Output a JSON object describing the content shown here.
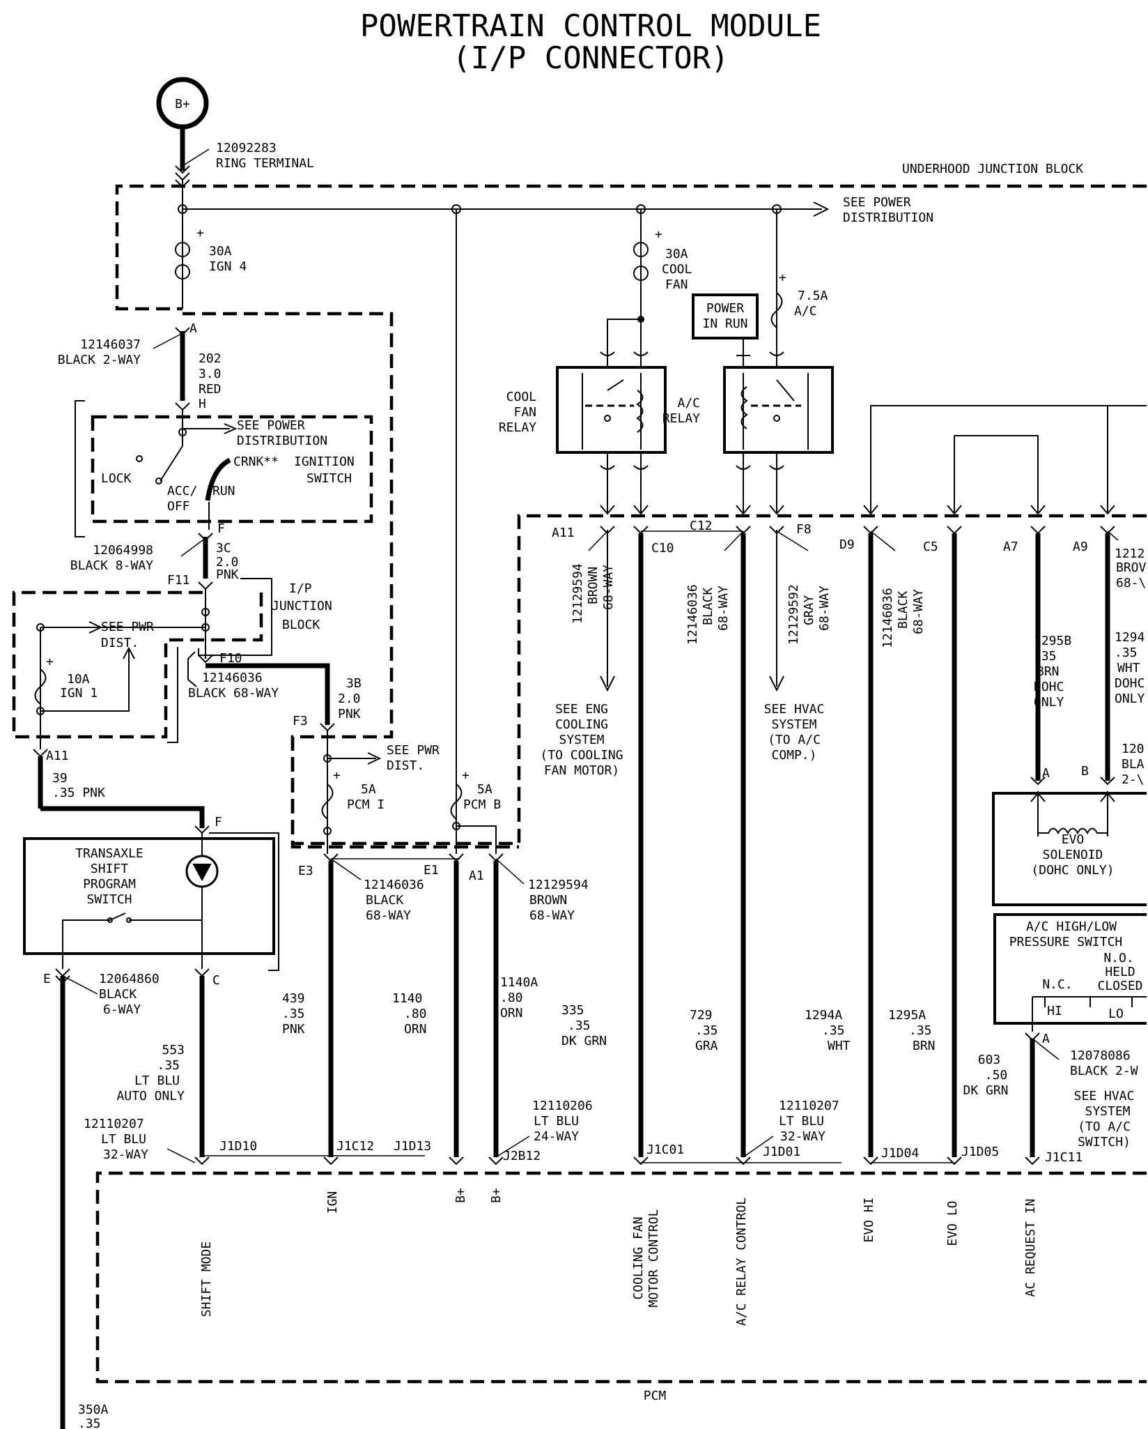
{
  "title_line1": "POWERTRAIN CONTROL MODULE",
  "title_line2": "(I/P CONNECTOR)",
  "bplus": "B+",
  "ring_num": "12092283",
  "ring_label": "RING TERMINAL",
  "underhood": "UNDERHOOD JUNCTION BLOCK",
  "see_power_1": "SEE POWER",
  "distribution": "DISTRIBUTION",
  "fuse_ign4": [
    "30A",
    "IGN 4"
  ],
  "fuse_cool": [
    "30A",
    "COOL",
    "FAN"
  ],
  "fuse_ac": [
    "7.5A",
    "A/C"
  ],
  "power_in_run": [
    "POWER",
    "IN RUN"
  ],
  "cool_fan_relay": [
    "COOL",
    "FAN",
    "RELAY"
  ],
  "ac_relay": [
    "A/C",
    "RELAY"
  ],
  "conn_12146037": [
    "12146037",
    "BLACK 2-WAY"
  ],
  "wire_202": [
    "202",
    "3.0",
    "RED"
  ],
  "ign_switch": [
    "IGNITION",
    "SWITCH"
  ],
  "switch_pos": {
    "lock": "LOCK",
    "acc": "ACC/",
    "off": "OFF",
    "run": "RUN",
    "crnk": "CRNK**"
  },
  "conn_12064998": [
    "12064998",
    "BLACK 8-WAY"
  ],
  "wire_3c": [
    "3C",
    "2.0",
    "PNK"
  ],
  "ip_junction": [
    "I/P",
    "JUNCTION",
    "BLOCK"
  ],
  "see_pwr": "SEE PWR",
  "dist": "DIST.",
  "fuse_ign1": [
    "10A",
    "IGN 1"
  ],
  "conn_12146036_b68": [
    "12146036",
    "BLACK 68-WAY"
  ],
  "wire_3b": [
    "3B",
    "2.0",
    "PNK"
  ],
  "wire_39": [
    "39",
    ".35 PNK"
  ],
  "fuse_pcm_i": [
    "5A",
    "PCM I"
  ],
  "fuse_pcm_b": [
    "5A",
    "PCM B"
  ],
  "tsps": [
    "TRANSAXLE",
    "SHIFT",
    "PROGRAM",
    "SWITCH"
  ],
  "conn_12146036_e3": [
    "12146036",
    "BLACK",
    "68-WAY"
  ],
  "conn_12129594_a1": [
    "12129594",
    "BROWN",
    "68-WAY"
  ],
  "conn_12064860": [
    "12064860",
    "BLACK",
    "6-WAY"
  ],
  "wire_553": [
    "553",
    ".35",
    "LT BLU",
    "AUTO ONLY"
  ],
  "wire_439": [
    "439",
    ".35",
    "PNK"
  ],
  "wire_1140": [
    "1140",
    ".80",
    "ORN"
  ],
  "wire_1140a": [
    "1140A",
    ".80",
    "ORN"
  ],
  "wire_335": [
    "335",
    ".35",
    "DK GRN"
  ],
  "wire_729": [
    "729",
    ".35",
    "GRA"
  ],
  "wire_1294a": [
    "1294A",
    ".35",
    "WHT"
  ],
  "wire_1295a": [
    "1295A",
    ".35",
    "BRN"
  ],
  "wire_603": [
    "603",
    ".50",
    "DK GRN"
  ],
  "wire_1295b": [
    "1295B",
    ".35",
    "BRN",
    "DOHC",
    "ONLY"
  ],
  "wire_1294": [
    "1294",
    ".35",
    "WHT",
    "DOHC",
    "ONLY"
  ],
  "conn_12110207_l": [
    "12110207",
    "LT BLU",
    "32-WAY"
  ],
  "conn_12110206": [
    "12110206",
    "LT BLU",
    "24-WAY"
  ],
  "conn_12110207_r": [
    "12110207",
    "LT BLU",
    "32-WAY"
  ],
  "conn_12078086": [
    "12078086",
    "BLACK 2-W"
  ],
  "see_eng_cooling": [
    "SEE ENG",
    "COOLING",
    "SYSTEM",
    "(TO  COOLING",
    "FAN MOTOR)"
  ],
  "see_hvac_comp": [
    "SEE HVAC",
    "SYSTEM",
    "(TO  A/C",
    "COMP.)"
  ],
  "see_hvac_switch": [
    "SEE HVAC",
    "SYSTEM",
    "(TO A/C",
    "SWITCH)"
  ],
  "evo": [
    "EVO",
    "SOLENOID",
    "(DOHC ONLY)"
  ],
  "ac_pressure": [
    "A/C HIGH/LOW",
    "PRESSURE SWITCH"
  ],
  "ps_states": {
    "nc": "N.C.",
    "no": "N.O.",
    "held": "HELD",
    "closed": "CLOSED",
    "hi": "HI",
    "lo": "LO"
  },
  "vert_conns": {
    "a11": [
      "12129594",
      "BROWN",
      "68-WAY"
    ],
    "c12": [
      "12146036",
      "BLACK",
      "68-WAY"
    ],
    "f8": [
      "12129592",
      "GRAY",
      "68-WAY"
    ],
    "d9": [
      "12146036",
      "BLACK",
      "68-WAY"
    ],
    "a9": [
      "1212",
      "BROV",
      "68-\\"
    ]
  },
  "conn_bla_2": [
    "120",
    "BLA",
    "2-\\"
  ],
  "pins": {
    "a": "A",
    "h": "H",
    "f": "F",
    "f11": "F11",
    "f10": "F10",
    "f3": "F3",
    "a11": "A11",
    "e": "E",
    "c": "C",
    "e3": "E3",
    "e1": "E1",
    "a1": "A1",
    "c10": "C10",
    "c12": "C12",
    "f8": "F8",
    "d9": "D9",
    "c5": "C5",
    "a7": "A7",
    "a9": "A9",
    "b": "B",
    "j1d10": "J1D10",
    "j1c12": "J1C12",
    "j1d13": "J1D13",
    "j2b12": "J2B12",
    "j1c01": "J1C01",
    "j1d01": "J1D01",
    "j1d04": "J1D04",
    "j1d05": "J1D05",
    "j1c11": "J1C11"
  },
  "pcm_pins": [
    "SHIFT MODE",
    "IGN",
    "B+",
    "B+",
    "COOLING FAN",
    "MOTOR CONTROL",
    "A/C RELAY CONTROL",
    "EVO HI",
    "EVO LO",
    "AC REQUEST IN"
  ],
  "pcm": "PCM",
  "wire_350a": [
    "350A",
    ".35"
  ]
}
